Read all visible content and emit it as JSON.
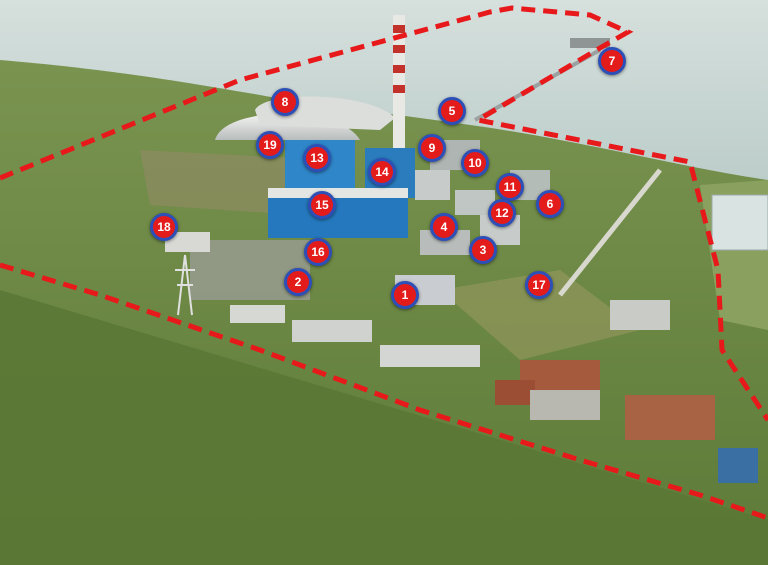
{
  "colors": {
    "marker_fill": "#e41b1b",
    "marker_ring": "#2d4fb8",
    "marker_text": "#ffffff",
    "boundary_line": "#e8191b",
    "sea": "#c9d8d6",
    "vegetation": "#6f8a4a"
  },
  "markers": [
    {
      "label": "1"
    },
    {
      "label": "2"
    },
    {
      "label": "3"
    },
    {
      "label": "4"
    },
    {
      "label": "5"
    },
    {
      "label": "6"
    },
    {
      "label": "7"
    },
    {
      "label": "8"
    },
    {
      "label": "9"
    },
    {
      "label": "10"
    },
    {
      "label": "11"
    },
    {
      "label": "12"
    },
    {
      "label": "13"
    },
    {
      "label": "14"
    },
    {
      "label": "15"
    },
    {
      "label": "16"
    },
    {
      "label": "17"
    },
    {
      "label": "18"
    },
    {
      "label": "19"
    }
  ]
}
